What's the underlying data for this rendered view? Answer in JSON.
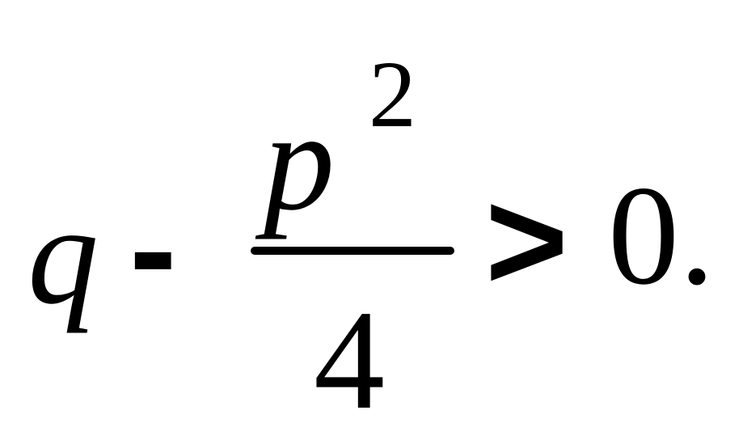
{
  "formula": {
    "left_term": "q",
    "operator": "-",
    "numerator": "p",
    "exponent": "2",
    "denominator": "4",
    "relation": ">",
    "right_side": "0."
  }
}
